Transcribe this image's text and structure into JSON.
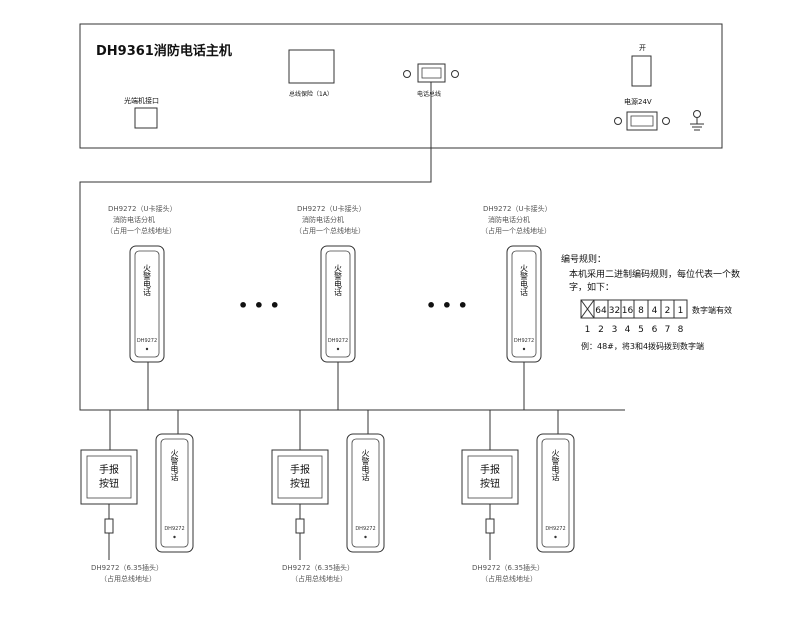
{
  "host": {
    "title": "DH9361消防电话主机",
    "fiber_port_label": "光端机接口",
    "fuse_label": "总线保险（1A）",
    "phone_bus_label": "电话总线",
    "switch_label": "开",
    "power_label": "电源24V"
  },
  "extensions": {
    "caption_line1": "DH9272（U卡接头）",
    "caption_line2": "消防电话分机",
    "caption_line3": "（占用一个总线地址）",
    "handset_text": "火警电话",
    "ellipsis": "• • •"
  },
  "manual_stations": {
    "button_line1": "手报",
    "button_line2": "按钮",
    "handset_text": "火警电话",
    "caption_line1": "DH9272（6.35插头）",
    "caption_line2": "（占用总线地址）"
  },
  "coding": {
    "title": "编号规则：",
    "desc_line1": "本机采用二进制编码规则，每位代表一个数",
    "desc_line2": "字，如下：",
    "bits": [
      "64",
      "32",
      "16",
      "8",
      "4",
      "2",
      "1"
    ],
    "bit_note": "数字端有效",
    "positions": [
      "1",
      "2",
      "3",
      "4",
      "5",
      "6",
      "7",
      "8"
    ],
    "example": "例：48#，将3和4拨码拨到数字端"
  }
}
